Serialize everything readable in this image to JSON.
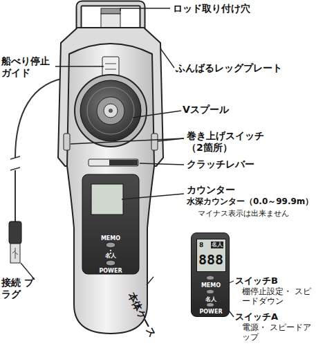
{
  "diagram": {
    "nodes": [
      {
        "text": [
          "8",
          "名人",
          "888",
          "MEMO",
          "名人",
          "POWER"
        ]
      }
    ],
    "labels": [
      "ロッド取り付け穴",
      "船べり停止 ガイド",
      "ふんばるレッグプレート",
      "Vスプール",
      "巻き上げスイッチ （2箇所）",
      "クラッチレバー",
      "カウンター",
      "水深カウンター（0.0～99.9m）",
      "マイナス表示は出来ません",
      "接続 プラグ",
      "本体ケース",
      "MEMO",
      "名人",
      "POWER",
      "スイッチB",
      "棚停止設定・ スピードダウン",
      "スイッチA",
      "電源・ スピードアップ"
    ]
  }
}
